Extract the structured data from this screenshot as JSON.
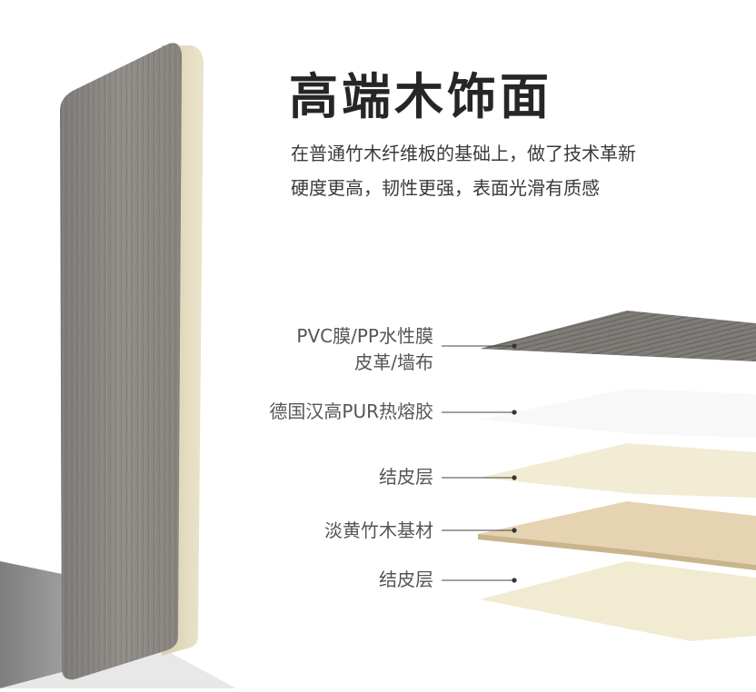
{
  "heading": {
    "title": "高端木饰面",
    "description_lines": [
      "在普通竹木纤维板的基础上，做了技术革新",
      "硬度更高，韧性更强，表面光滑有质感"
    ]
  },
  "layers": [
    {
      "label_lines": [
        "PVC膜/PP水性膜",
        "皮革/墙布"
      ]
    },
    {
      "label_lines": [
        "德国汉高PUR热熔胶"
      ]
    },
    {
      "label_lines": [
        "结皮层"
      ]
    },
    {
      "label_lines": [
        "淡黄竹木基材"
      ]
    },
    {
      "label_lines": [
        "结皮层"
      ]
    }
  ],
  "colors": {
    "wood_grain": "#8a8782",
    "board_edge": "#e6dcc0",
    "skin_layer": "#f2ecd4",
    "core_layer": "#e8d6b6",
    "leader_line": "#444444"
  }
}
